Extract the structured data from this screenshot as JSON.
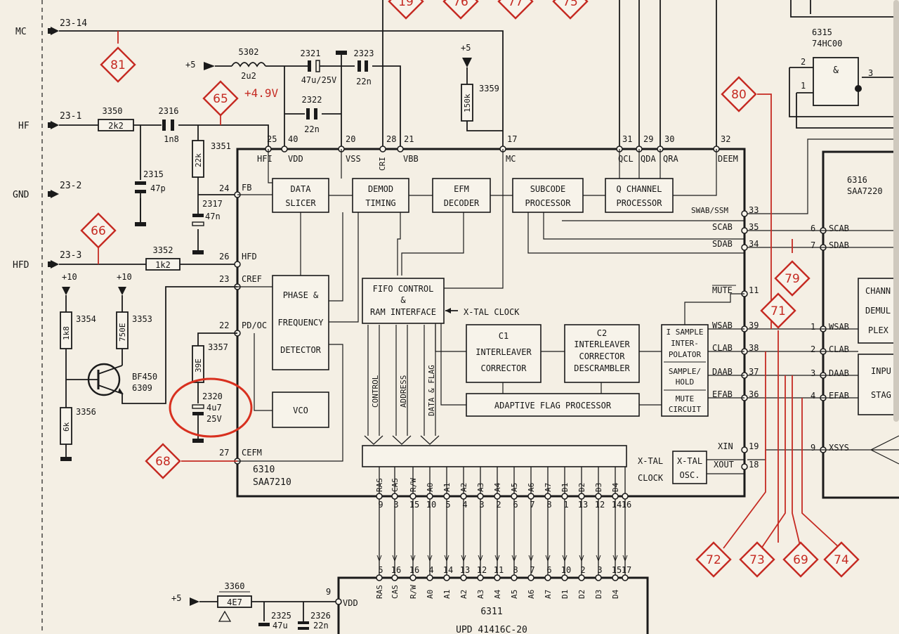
{
  "colors": {
    "paper": "#f4efe4",
    "ink": "#1a1a1a",
    "marker": "#c52a22"
  },
  "connector": {
    "pins": [
      {
        "name": "MC",
        "num": "23-14"
      },
      {
        "name": "HF",
        "num": "23-1"
      },
      {
        "name": "GND",
        "num": "23-2"
      },
      {
        "name": "HFD",
        "num": "23-3"
      }
    ]
  },
  "markers": {
    "m81": "81",
    "m65": "65",
    "m66": "66",
    "m68": "68",
    "m80": "80",
    "m79": "79",
    "m71": "71",
    "m72": "72",
    "m73": "73",
    "m69": "69",
    "m74": "74",
    "t1": "19",
    "t2": "76",
    "t3": "77",
    "t4": "75"
  },
  "voltage_note": "+4.9V",
  "components": {
    "r5302": {
      "ref": "5302",
      "val": "2u2"
    },
    "c2321": {
      "ref": "2321",
      "val": "47u/25V"
    },
    "c2323": {
      "ref": "2323",
      "val": "22n"
    },
    "c2322": {
      "ref": "2322",
      "val": "22n"
    },
    "r3350": {
      "ref": "3350",
      "val": "2k2"
    },
    "c2316": {
      "ref": "2316",
      "val": "1n8"
    },
    "r3351": {
      "ref": "3351",
      "val": "22k"
    },
    "c2315": {
      "ref": "2315",
      "val": "47p"
    },
    "c2317": {
      "ref": "2317",
      "val": "47n"
    },
    "r3352": {
      "ref": "3352",
      "val": "1k2"
    },
    "r3359": {
      "ref": "3359",
      "val": "150k"
    },
    "r3354": {
      "ref": "3354",
      "val": "1k8"
    },
    "r3353": {
      "ref": "3353",
      "val": "750E"
    },
    "r3356": {
      "ref": "3356",
      "val": "6k"
    },
    "q6309": {
      "ref": "6309",
      "val": "BF450"
    },
    "r3357": {
      "ref": "3357",
      "val": "39E"
    },
    "c2320": {
      "ref": "2320",
      "val": "4u7",
      "v": "25V"
    },
    "r3360": {
      "ref": "3360",
      "val": "4E7"
    },
    "c2325": {
      "ref": "2325",
      "val": "47u"
    },
    "c2326": {
      "ref": "2326",
      "val": "22n"
    }
  },
  "supplies": {
    "p5a": "+5",
    "p5b": "+5",
    "p5c": "+5",
    "p10a": "+10",
    "p10b": "+10"
  },
  "ic6310": {
    "ref": "6310",
    "part": "SAA7210",
    "top_pins": [
      {
        "n": "25",
        "l": "HFI"
      },
      {
        "n": "40",
        "l": "VDD"
      },
      {
        "n": "20",
        "l": "VSS"
      },
      {
        "n": "28",
        "l": "CRI"
      },
      {
        "n": "21",
        "l": "VBB"
      },
      {
        "n": "17",
        "l": "MC"
      },
      {
        "n": "31",
        "l": "QCL"
      },
      {
        "n": "29",
        "l": "QDA"
      },
      {
        "n": "30",
        "l": "QRA"
      },
      {
        "n": "32",
        "l": "DEEM"
      }
    ],
    "left_pins": [
      {
        "n": "24",
        "l": "FB"
      },
      {
        "n": "26",
        "l": "HFD"
      },
      {
        "n": "23",
        "l": "CREF"
      },
      {
        "n": "22",
        "l": "PD/OC"
      },
      {
        "n": "27",
        "l": "CEFM"
      }
    ],
    "right_pins": [
      {
        "n": "33",
        "l": "SWAB/SSM"
      },
      {
        "n": "35",
        "l": "SCAB"
      },
      {
        "n": "34",
        "l": "SDAB"
      },
      {
        "n": "11",
        "l": "MUTE"
      },
      {
        "n": "39",
        "l": "WSAB"
      },
      {
        "n": "38",
        "l": "CLAB"
      },
      {
        "n": "37",
        "l": "DAAB"
      },
      {
        "n": "36",
        "l": "EFAB"
      },
      {
        "n": "19",
        "l": "XIN"
      },
      {
        "n": "18",
        "l": "XOUT"
      }
    ],
    "bottom_pins": [
      {
        "n": "9",
        "l": "RAS"
      },
      {
        "n": "3",
        "l": "CAS"
      },
      {
        "n": "15",
        "l": "R/W"
      },
      {
        "n": "10",
        "l": "A0"
      },
      {
        "n": "5",
        "l": "A1"
      },
      {
        "n": "4",
        "l": "A2"
      },
      {
        "n": "3",
        "l": "A3"
      },
      {
        "n": "2",
        "l": "A4"
      },
      {
        "n": "6",
        "l": "A5"
      },
      {
        "n": "7",
        "l": "A6"
      },
      {
        "n": "8",
        "l": "A7"
      },
      {
        "n": "1",
        "l": "D1"
      },
      {
        "n": "13",
        "l": "D2"
      },
      {
        "n": "12",
        "l": "D3"
      },
      {
        "n": "14",
        "l": "D4"
      },
      {
        "n": "16",
        "l": ""
      }
    ]
  },
  "blocks": {
    "data_slicer": [
      "DATA",
      "SLICER"
    ],
    "demod": [
      "DEMOD",
      "TIMING"
    ],
    "efm": [
      "EFM",
      "DECODER"
    ],
    "subcode": [
      "SUBCODE",
      "PROCESSOR"
    ],
    "qchan": [
      "Q CHANNEL",
      "PROCESSOR"
    ],
    "phase": [
      "PHASE &",
      "FREQUENCY",
      "DETECTOR"
    ],
    "vco": [
      "VCO"
    ],
    "fifo": [
      "FIFO CONTROL",
      "&",
      "RAM INTERFACE"
    ],
    "xtal_clock": "X-TAL CLOCK",
    "c1": [
      "C1",
      "INTERLEAVER",
      "CORRECTOR"
    ],
    "c2": [
      "C2",
      "INTERLEAVER",
      "CORRECTOR",
      "DESCRAMBLER"
    ],
    "afp": "ADAPTIVE FLAG PROCESSOR",
    "interp": [
      "I SAMPLE",
      "INTER-",
      "POLATOR",
      "SAMPLE/",
      "HOLD",
      "MUTE",
      "CIRCUIT"
    ],
    "xtal_osc": [
      "X-TAL",
      "OSC."
    ],
    "xtal_lbl": [
      "X-TAL",
      "CLOCK"
    ],
    "bus": [
      "CONTROL",
      "ADDRESS",
      "DATA & FLAG"
    ]
  },
  "ic6311": {
    "ref": "6311",
    "part": "UPD 41416C-20",
    "vdd": "VDD",
    "vdd_pin": "9",
    "top_pins": [
      {
        "n": "5",
        "l": "RAS"
      },
      {
        "n": "16",
        "l": "CAS"
      },
      {
        "n": "16",
        "l": "R/W"
      },
      {
        "n": "4",
        "l": "A0"
      },
      {
        "n": "14",
        "l": "A1"
      },
      {
        "n": "13",
        "l": "A2"
      },
      {
        "n": "12",
        "l": "A3"
      },
      {
        "n": "11",
        "l": "A4"
      },
      {
        "n": "8",
        "l": "A5"
      },
      {
        "n": "7",
        "l": "A6"
      },
      {
        "n": "6",
        "l": "A7"
      },
      {
        "n": "10",
        "l": "D1"
      },
      {
        "n": "2",
        "l": "D2"
      },
      {
        "n": "3",
        "l": "D3"
      },
      {
        "n": "15",
        "l": "D4"
      },
      {
        "n": "17",
        "l": ""
      }
    ]
  },
  "ic6315": {
    "ref": "6315",
    "part": "74HC00",
    "sym": "&",
    "p1": "1",
    "p2": "2",
    "p3": "3"
  },
  "ic6316": {
    "ref": "6316",
    "part": "SAA7220",
    "pins": [
      {
        "n": "6",
        "l": "SCAB"
      },
      {
        "n": "7",
        "l": "SDAB"
      },
      {
        "n": "1",
        "l": "WSAB"
      },
      {
        "n": "2",
        "l": "CLAB"
      },
      {
        "n": "3",
        "l": "DAAB"
      },
      {
        "n": "4",
        "l": "EFAB"
      },
      {
        "n": "9",
        "l": "XSYS"
      }
    ],
    "block1": [
      "CHANN",
      "DEMUL",
      "PLEX"
    ],
    "block2": [
      "INPU",
      "STAG"
    ]
  }
}
